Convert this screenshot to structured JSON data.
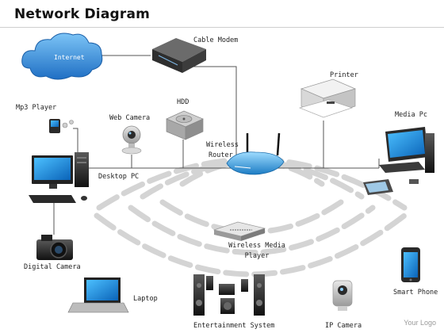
{
  "title": "Network Diagram",
  "footer_logo": "Your Logo",
  "nodes": {
    "internet": "Internet",
    "cable_modem": "Cable Modem",
    "printer": "Printer",
    "mp3_player": "Mp3 Player",
    "web_camera": "Web Camera",
    "hdd": "HDD",
    "media_pc": "Media Pc",
    "wireless_router_line1": "Wireless",
    "wireless_router_line2": "Router",
    "desktop_pc": "Desktop PC",
    "wireless_media_player_line1": "Wireless Media",
    "wireless_media_player_line2": "Player",
    "digital_camera": "Digital Camera",
    "smart_phone": "Smart Phone",
    "laptop": "Laptop",
    "entertainment_system": "Entertainment System",
    "ip_camera": "IP Camera"
  },
  "colors": {
    "cloud": "#3b93e0",
    "screen": "#1a8be6",
    "router": "#4ab0e6",
    "line": "#555555",
    "wave": "#d6d6d6"
  }
}
